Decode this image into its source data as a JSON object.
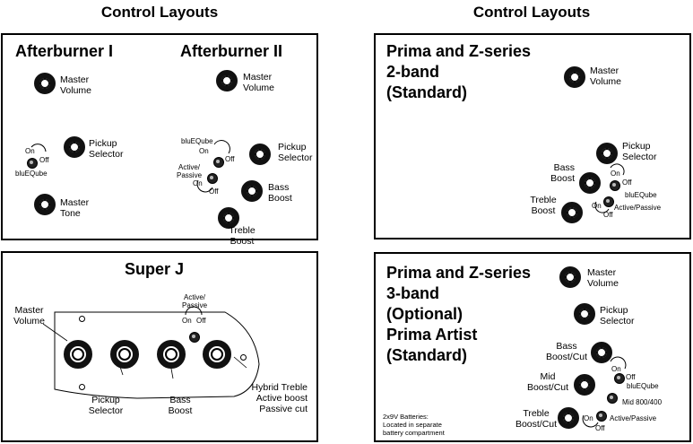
{
  "headers": {
    "left": "Control Layouts",
    "right": "Control Layouts"
  },
  "afterburner": {
    "title_1": "Afterburner I",
    "title_2": "Afterburner II",
    "ab1_master_volume": [
      "Master",
      "Volume"
    ],
    "ab1_pickup_selector": [
      "Pickup",
      "Selector"
    ],
    "ab1_master_tone": [
      "Master",
      "Tone"
    ],
    "ab1_switch_on": "On",
    "ab1_switch_off": "Off",
    "ab1_switch_name": "bluEQube",
    "ab2_master_volume": [
      "Master",
      "Volume"
    ],
    "ab2_bluequbelabel": "bluEQube",
    "ab2_blue_on": "On",
    "ab2_blue_off": "Off",
    "ab2_active_passive": [
      "Active/",
      "Passive"
    ],
    "ab2_ap_on": "On",
    "ab2_ap_off": "Off",
    "ab2_pickup_selector": [
      "Pickup",
      "Selector"
    ],
    "ab2_bass_boost": [
      "Bass",
      "Boost"
    ],
    "ab2_treble_boost": [
      "Treble",
      "Boost"
    ]
  },
  "super_j": {
    "title": "Super J",
    "master_volume": [
      "Master",
      "Volume"
    ],
    "active_passive": [
      "Active/",
      "Passive"
    ],
    "on": "On",
    "off": "Off",
    "pickup_selector": [
      "Pickup",
      "Selector"
    ],
    "bass_boost": [
      "Bass",
      "Boost"
    ],
    "hybrid_treble": [
      "Hybrid Treble",
      "Active boost",
      "Passive cut"
    ]
  },
  "prima_2band": {
    "title": [
      "Prima and Z-series",
      "2-band",
      "(Standard)"
    ],
    "master_volume": [
      "Master",
      "Volume"
    ],
    "pickup_selector": [
      "Pickup",
      "Selector"
    ],
    "bass_boost": [
      "Bass",
      "Boost"
    ],
    "treble_boost": [
      "Treble",
      "Boost"
    ],
    "on_1": "On",
    "off_1": "Off",
    "bluequbelabel": "bluEQube",
    "on_2": "On",
    "off_2": "Off",
    "active_passive": "Active/Passive"
  },
  "prima_3band": {
    "title": [
      "Prima and Z-series",
      "3-band",
      "(Optional)",
      "Prima Artist",
      "(Standard)"
    ],
    "master_volume": [
      "Master",
      "Volume"
    ],
    "pickup_selector": [
      "Pickup",
      "Selector"
    ],
    "bass_boost_cut": [
      "Bass",
      "Boost/Cut"
    ],
    "mid_boost_cut": [
      "Mid",
      "Boost/Cut"
    ],
    "treble_boost_cut": [
      "Treble",
      "Boost/Cut"
    ],
    "on_1": "On",
    "off_1": "Off",
    "bluequbelabel": "bluEQube",
    "mid_800_400": "Mid 800/400",
    "on_2": "On",
    "off_2": "Off",
    "active_passive": "Active/Passive",
    "battery_note": [
      "2x9V Batteries:",
      "Located in separate",
      "battery compartment"
    ]
  }
}
